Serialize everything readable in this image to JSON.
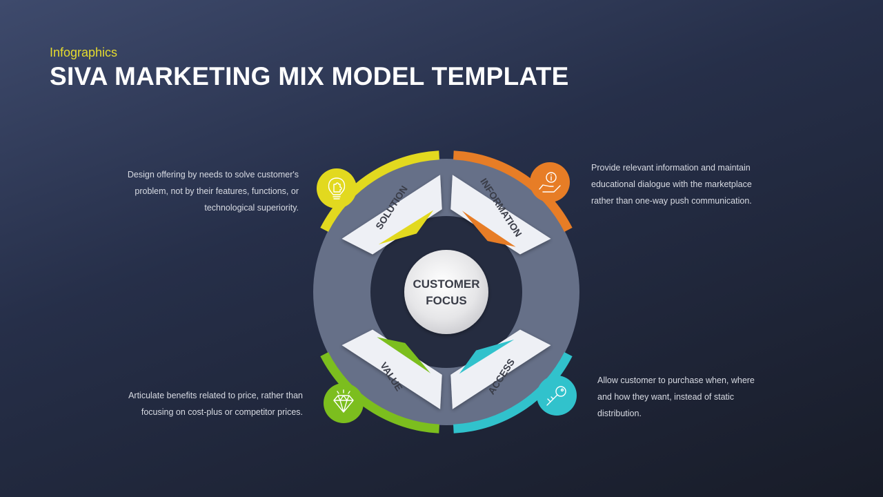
{
  "header": {
    "eyebrow": "Infographics",
    "title": "SIVA MARKETING MIX MODEL TEMPLATE"
  },
  "center": {
    "line1": "CUSTOMER",
    "line2": "FOCUS"
  },
  "segments": [
    {
      "key": "solution",
      "label": "SOLUTION",
      "icon": "puzzle-bulb-icon",
      "color": "#e2d91f",
      "description": [
        "Design offering  by needs to solve customer's",
        "problem, not by their features, functions, or",
        "technological superiority."
      ]
    },
    {
      "key": "information",
      "label": "INFORMATION",
      "icon": "info-hand-icon",
      "color": "#e77d26",
      "description": [
        "Provide  relevant  information  and maintain",
        "educational dialogue with the marketplace",
        "rather than one-way push communication."
      ]
    },
    {
      "key": "value",
      "label": "VALUE",
      "icon": "diamond-icon",
      "color": "#7cbe1e",
      "description": [
        "Articulate benefits related to price, rather than",
        "focusing on cost-plus or competitor prices."
      ]
    },
    {
      "key": "access",
      "label": "ACCESS",
      "icon": "key-icon",
      "color": "#31c2cc",
      "description": [
        "Allow customer to purchase  when,  where",
        "and how they want, instead of static",
        "distribution."
      ]
    }
  ],
  "colors": {
    "ring": "#667088",
    "card": "#eef0f5",
    "center": "#e9e9eb",
    "title": "#ffffff",
    "eyebrow": "#e6dc2e"
  }
}
